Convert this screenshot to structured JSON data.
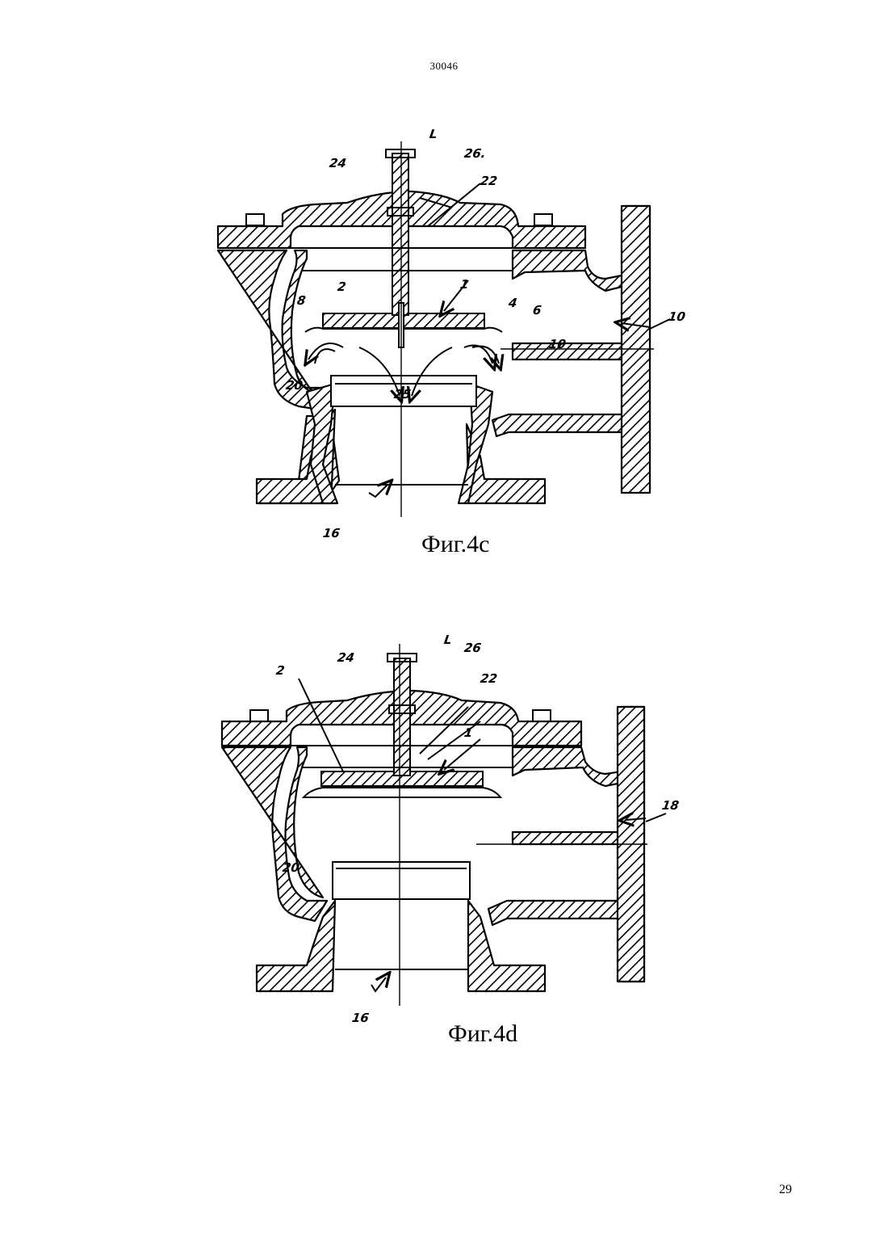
{
  "header": {
    "doc_number": "30046"
  },
  "footer": {
    "page_number": "29"
  },
  "figures": [
    {
      "caption": "Фиг.4c",
      "labels": [
        "L",
        "24",
        "26.",
        "22",
        "2",
        "1",
        "4",
        "6",
        "8",
        "10",
        "20",
        "25",
        "10",
        "16"
      ]
    },
    {
      "caption": "Фиг.4d",
      "labels": [
        "L",
        "24",
        "26",
        "2",
        "22",
        "1",
        "18",
        "20",
        "16"
      ]
    }
  ]
}
